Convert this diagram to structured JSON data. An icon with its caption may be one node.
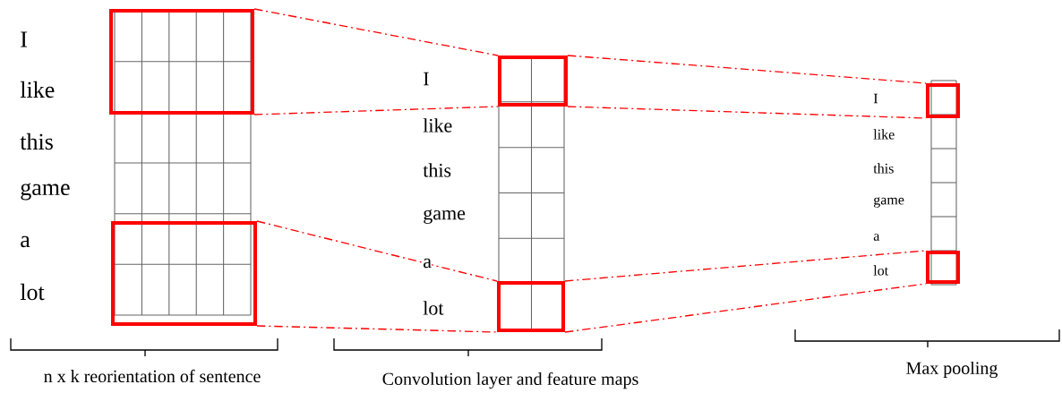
{
  "diagram": {
    "nodes": [
      {
        "text": [],
        "shape": "box"
      },
      {
        "text": [],
        "shape": "box"
      },
      {
        "text": [],
        "shape": "box"
      },
      {
        "text": [],
        "shape": "box"
      },
      {
        "text": [],
        "shape": "box"
      },
      {
        "text": [],
        "shape": "box"
      }
    ],
    "edges": [
      {
        "from": 0,
        "to": 2,
        "arrow": "none",
        "style": "dashed"
      },
      {
        "from": 0,
        "to": 2,
        "arrow": "none",
        "style": "dashed"
      },
      {
        "from": 1,
        "to": 3,
        "arrow": "none",
        "style": "dashed"
      },
      {
        "from": 1,
        "to": 3,
        "arrow": "none",
        "style": "dashed"
      },
      {
        "from": 2,
        "to": 4,
        "arrow": "none",
        "style": "dashed"
      },
      {
        "from": 2,
        "to": 4,
        "arrow": "none",
        "style": "dashed"
      },
      {
        "from": 3,
        "to": 5,
        "arrow": "none",
        "style": "dashed"
      },
      {
        "from": 3,
        "to": 5,
        "arrow": "none",
        "style": "dashed"
      }
    ],
    "labels": [
      "I",
      "like",
      "this",
      "game",
      "a",
      "lot",
      "I",
      "like",
      "this",
      "game",
      "a",
      "lot",
      "I",
      "like",
      "this",
      "game",
      "a",
      "lot",
      "n x k reorientation of sentence",
      "Convolution layer and feature maps",
      "Max pooling"
    ]
  }
}
